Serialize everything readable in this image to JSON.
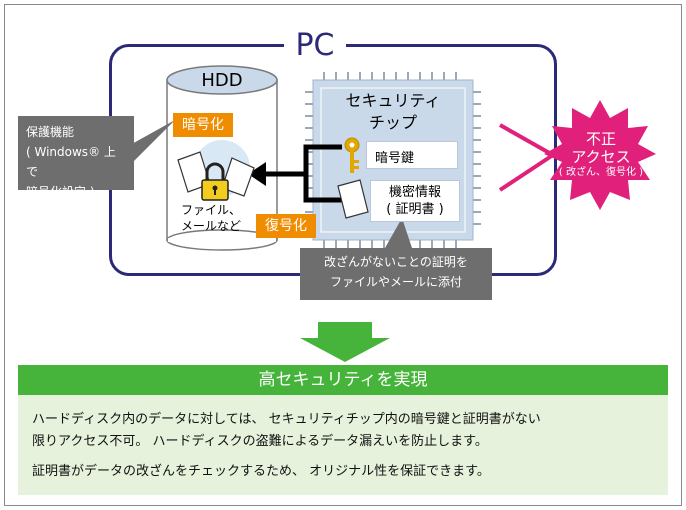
{
  "diagram": {
    "pc_label": "PC",
    "hdd_label": "HDD",
    "protection_box": {
      "line1": "保護機能",
      "line2": "( Windows® 上で",
      "line3": "暗号化設定 )"
    },
    "encrypt_label": "暗号化",
    "decrypt_label": "復号化",
    "files_label_line1": "ファイル、",
    "files_label_line2": "メールなど",
    "chip_title_line1": "セキュリティ",
    "chip_title_line2": "チップ",
    "key_label": "暗号鍵",
    "cert_label_line1": "機密情報",
    "cert_label_line2": "( 証明書 )",
    "attach_box_line1": "改ざんがないことの証明を",
    "attach_box_line2": "ファイルやメールに添付",
    "threat_line1": "不正",
    "threat_line2": "アクセス",
    "threat_line3": "( 改ざん、復号化 )",
    "colors": {
      "pc_border": "#2c2a78",
      "orange": "#f08c00",
      "threat": "#e0207a",
      "green": "#46b43a",
      "panel": "#e6f2dc",
      "chip": "#c9d9ea"
    }
  },
  "result": {
    "banner": "高セキュリティを実現",
    "para1_line1": "ハードディスク内のデータに対しては、 セキュリティチップ内の暗号鍵と証明書がない",
    "para1_line2": "限りアクセス不可。 ハードディスクの盗難によるデータ漏えいを防止します。",
    "para2": "証明書がデータの改ざんをチェックするため、 オリジナル性を保証できます。"
  }
}
